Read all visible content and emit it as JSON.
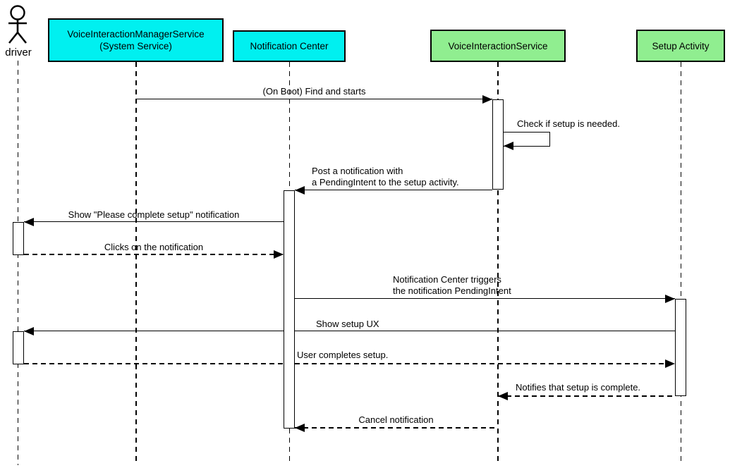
{
  "actor": {
    "label": "driver"
  },
  "participants": [
    {
      "label": "VoiceInteractionManagerService\n(System Service)",
      "fill": "#00F0F0"
    },
    {
      "label": "Notification Center",
      "fill": "#00F0F0"
    },
    {
      "label": "VoiceInteractionService",
      "fill": "#90EE90"
    },
    {
      "label": "Setup Activity",
      "fill": "#90EE90"
    }
  ],
  "messages": [
    {
      "label": "(On Boot) Find and starts",
      "from": "VoiceInteractionManagerService (System Service)",
      "to": "VoiceInteractionService",
      "line": "solid"
    },
    {
      "label": "Check if setup is needed.",
      "from": "VoiceInteractionService",
      "to": "VoiceInteractionService",
      "line": "solid-self"
    },
    {
      "label": "Post a notification with\na PendingIntent to the setup activity.",
      "from": "VoiceInteractionService",
      "to": "Notification Center",
      "line": "solid"
    },
    {
      "label": "Show \"Please complete setup\" notification",
      "from": "Notification Center",
      "to": "driver",
      "line": "solid"
    },
    {
      "label": "Clicks on the notification",
      "from": "driver",
      "to": "Notification Center",
      "line": "dashed"
    },
    {
      "label": "Notification Center triggers\nthe notification PendingIntent",
      "from": "Notification Center",
      "to": "Setup Activity",
      "line": "solid"
    },
    {
      "label": "Show setup UX",
      "from": "Setup Activity",
      "to": "driver",
      "line": "solid"
    },
    {
      "label": "User completes setup.",
      "from": "driver",
      "to": "Setup Activity",
      "line": "dashed"
    },
    {
      "label": "Notifies that setup is complete.",
      "from": "Setup Activity",
      "to": "VoiceInteractionService",
      "line": "dashed"
    },
    {
      "label": "Cancel notification",
      "from": "VoiceInteractionService",
      "to": "Notification Center",
      "line": "dashed"
    }
  ],
  "colors": {
    "participant_cyan": "#00F0F0",
    "participant_green": "#90EE90",
    "line": "#000000",
    "background": "#FFFFFF"
  }
}
